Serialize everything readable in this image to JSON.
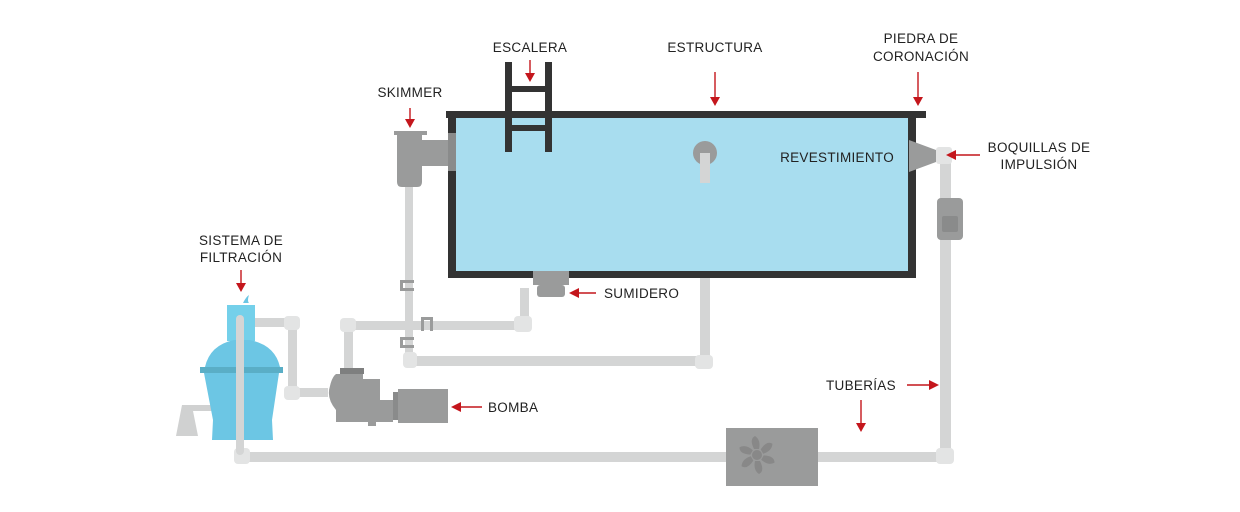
{
  "labels": {
    "escalera": "ESCALERA",
    "estructura": "ESTRUCTURA",
    "piedra_1": "PIEDRA DE",
    "piedra_2": "CORONACIÓN",
    "skimmer": "SKIMMER",
    "revestimiento": "REVESTIMIENTO",
    "boquillas_1": "BOQUILLAS DE",
    "boquillas_2": "IMPULSIÓN",
    "filtracion_1": "SISTEMA DE",
    "filtracion_2": "FILTRACIÓN",
    "sumidero": "SUMIDERO",
    "bomba": "BOMBA",
    "tuberias": "TUBERÍAS"
  },
  "colors": {
    "water": "#a8ddef",
    "structure": "#333333",
    "filter": "#6cc6e4",
    "pipe": "#d4d5d5",
    "equipment": "#9a9b9b",
    "arrow": "#c4161c"
  }
}
